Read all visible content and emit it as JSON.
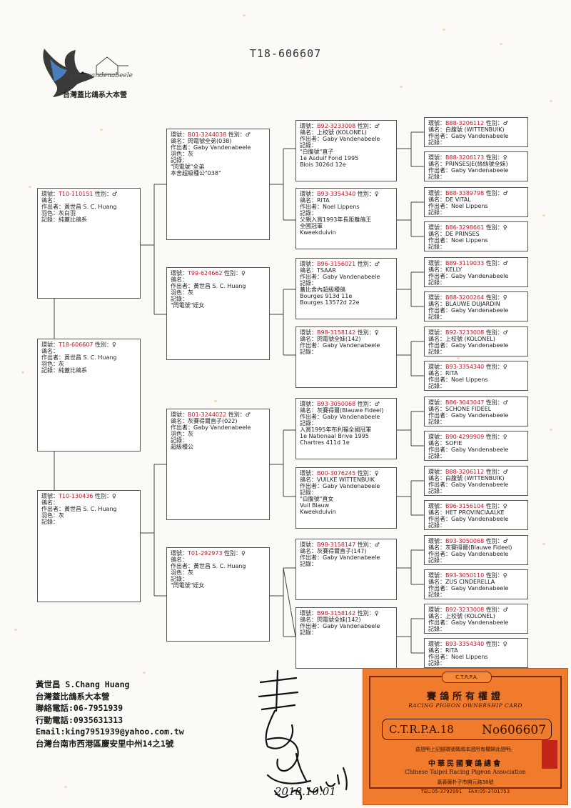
{
  "title": "T18-606607",
  "logo": {
    "script_text": "gaby vandenabeele",
    "name": "台灣蓋比鴿系大本營"
  },
  "labels": {
    "band": "環號：",
    "sex": "性別：",
    "name": "鴿名：",
    "breeder": "作出者：",
    "color": "羽色：",
    "record": "記錄："
  },
  "pedigree": {
    "subject": {
      "band": "T18-606607",
      "sex": "♀",
      "name": "",
      "breeder": "黃世昌 S. C. Huang",
      "color": "灰",
      "record": "純蓋比鴿系",
      "extra": []
    },
    "sire": {
      "band": "T10-110151",
      "sex": "♂",
      "name": "",
      "breeder": "黃世昌 S. C. Huang",
      "color": "灰白羽",
      "record": "純蓋比鴿系",
      "extra": []
    },
    "dam": {
      "band": "T10-130436",
      "sex": "♀",
      "name": "",
      "breeder": "黃世昌 S. C. Huang",
      "color": "灰",
      "record": "",
      "extra": []
    },
    "gen2": [
      {
        "band": "B01-3244038",
        "sex": "♂",
        "name": "閃電號全弟(038)",
        "breeder": "Gaby Vandenabeele",
        "color": "灰",
        "record": "",
        "extra": [
          "\"閃電號\"全弟",
          "本舍超級種公\"038\""
        ]
      },
      {
        "band": "T99-624662",
        "sex": "♀",
        "name": "",
        "breeder": "黃世昌 S. C. Huang",
        "color": "灰",
        "record": "",
        "extra": [
          "\"閃電號\"姪女"
        ]
      },
      {
        "band": "B01-3244022",
        "sex": "♂",
        "name": "灰賽得爾直子(022)",
        "breeder": "Gaby Vandenabeele",
        "color": "灰",
        "record": "",
        "extra": [
          "超級種公"
        ]
      },
      {
        "band": "T01-292973",
        "sex": "♀",
        "name": "",
        "breeder": "黃世昌 S. C. Huang",
        "color": "灰",
        "record": "",
        "extra": [
          "\"閃電號\"姪女"
        ]
      }
    ],
    "gen3": [
      {
        "band": "B92-3233008",
        "sex": "♂",
        "name": "上校號 (KOLONEL)",
        "breeder": "Gaby Vandenabeele",
        "record": "",
        "extra": [
          "\"白腹號\"直子",
          "1e Asduif Fond 1995",
          "Blois 3026d 12e"
        ]
      },
      {
        "band": "B93-3354340",
        "sex": "♀",
        "name": "RITA",
        "breeder": "Noel Lippens",
        "record": "",
        "extra": [
          "父親入賞1993年長距離鴿王",
          "全國冠軍",
          "Kweekduivin"
        ]
      },
      {
        "band": "B96-3156021",
        "sex": "♂",
        "name": "TSAAR",
        "breeder": "Gaby Vandenabeele",
        "record": "",
        "extra": [
          "蓋比舍內超級種鴿",
          "Bourges 913d 11e",
          "Bourges 13572d 22e"
        ]
      },
      {
        "band": "B98-3158142",
        "sex": "♀",
        "name": "閃電號全妹(142)",
        "breeder": "Gaby Vandenabeele",
        "record": "",
        "extra": []
      },
      {
        "band": "B93-3050068",
        "sex": "♂",
        "name": "灰賽得爾(Blauwe Fideel)",
        "breeder": "Gaby Vandenabeele",
        "record": "",
        "extra": [
          "入賞1995年布利福全國冠軍",
          "1e Nationaal Brive 1995",
          "Chartres 411d 1e"
        ]
      },
      {
        "band": "B00-3076245",
        "sex": "♀",
        "name": "VUILKE WITTENBUIK",
        "breeder": "Gaby Vandenabeele",
        "record": "",
        "extra": [
          "\"白腹號\"直女",
          "Vuil Blauw",
          "Kweekduivin"
        ]
      },
      {
        "band": "B98-3158147",
        "sex": "♂",
        "name": "灰賽得爾直子(147)",
        "breeder": "Gaby Vandenabeele",
        "record": "",
        "extra": []
      },
      {
        "band": "B98-3158142",
        "sex": "♀",
        "name": "閃電號全妹(142)",
        "breeder": "Gaby Vandenabeele",
        "record": "",
        "extra": []
      }
    ],
    "gen4": [
      {
        "band": "B88-3206112",
        "sex": "♂",
        "name": "白腹號 (WITTENBUIK)",
        "breeder": "Gaby Vandenabeele"
      },
      {
        "band": "B88-3206173",
        "sex": "♀",
        "name": "PRINSESJE(絲絲號全妹)",
        "breeder": "Gaby Vandenabeele"
      },
      {
        "band": "B88-3389798",
        "sex": "♂",
        "name": "DE VITAL",
        "breeder": "Noel Lippens"
      },
      {
        "band": "B86-3298661",
        "sex": "♀",
        "name": "DE PRINSES",
        "breeder": "Noel Lippens"
      },
      {
        "band": "B89-3119033",
        "sex": "♂",
        "name": "KELLY",
        "breeder": "Gaby Vandenabeele"
      },
      {
        "band": "B88-3200264",
        "sex": "♀",
        "name": "BLAUWE DUJARDIN",
        "breeder": "Gaby Vandenabeele"
      },
      {
        "band": "B92-3233008",
        "sex": "♂",
        "name": "上校號 (KOLONEL)",
        "breeder": "Gaby Vandenabeele"
      },
      {
        "band": "B93-3354340",
        "sex": "♀",
        "name": "RITA",
        "breeder": "Noel Lippens"
      },
      {
        "band": "B86-3043047",
        "sex": "♂",
        "name": "SCHONE FIDEEL",
        "breeder": "Gaby Vandenabeele"
      },
      {
        "band": "B90-4299909",
        "sex": "♀",
        "name": "SOFIE",
        "breeder": "Gaby Vandenabeele"
      },
      {
        "band": "B88-3206112",
        "sex": "♂",
        "name": "白腹號 (WITTENBUIK)",
        "breeder": "Gaby Vandenabeele"
      },
      {
        "band": "B96-3156104",
        "sex": "♀",
        "name": "HET PROVINCIAALKE",
        "breeder": "Gaby Vandenabeele"
      },
      {
        "band": "B93-3050068",
        "sex": "♂",
        "name": "灰賽得爾(Blauwe Fideel)",
        "breeder": "Gaby Vandenabeele"
      },
      {
        "band": "B93-3050110",
        "sex": "♀",
        "name": "ZUS CINDERELLA",
        "breeder": "Gaby Vandenabeele"
      },
      {
        "band": "B92-3233008",
        "sex": "♂",
        "name": "上校號 (KOLONEL)",
        "breeder": "Gaby Vandenabeele"
      },
      {
        "band": "B93-3354340",
        "sex": "♀",
        "name": "RITA",
        "breeder": "Noel Lippens"
      }
    ]
  },
  "contact": {
    "owner": "黃世昌 S.Chang Huang",
    "loft": "台灣蓋比鴿系大本營",
    "phone": "聯絡電話:06-7951939",
    "mobile": "行動電話:0935631313",
    "email": "Email:king7951939@yahoo.com.tw",
    "address": "台灣台南市西港區慶安里中州14之1號"
  },
  "signature": {
    "date": "2018.10.01"
  },
  "certificate": {
    "badge": "C.T.R.P.A.",
    "title": "賽鴿所有權證",
    "title_en": "RACING PIGEON OWNERSHIP CARD",
    "code": "C.T.R.P.A.18",
    "number_prefix": "No",
    "number": "606607",
    "note": "茲證明上記腳環號碼鴿本證所有權歸此證明。",
    "association": "中華民國賽鴿總會",
    "association_en": "Chinese Taipei Racing Pigeon Association",
    "address": "嘉義縣朴子市開元路38號",
    "tel": "TEL:05-3792991",
    "fax": "FAX:05-3701753"
  },
  "colors": {
    "band": "#d01020",
    "card_border": "#555555",
    "certificate": "#f17b2c"
  }
}
